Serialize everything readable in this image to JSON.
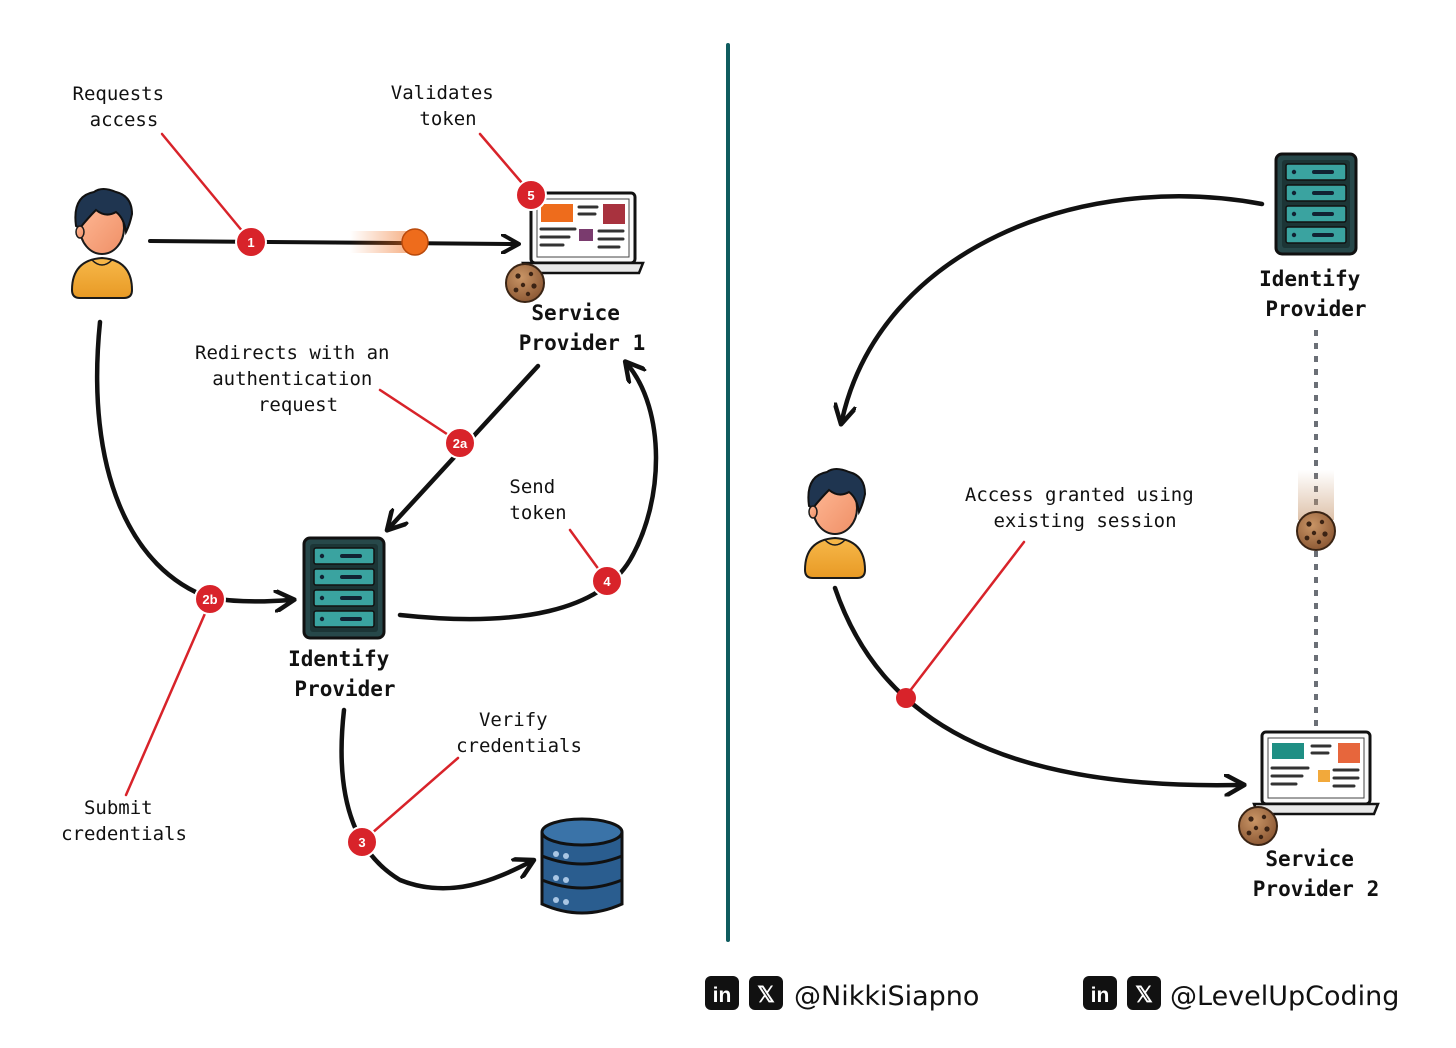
{
  "left": {
    "notes": {
      "requests_access": [
        "Requests",
        "access"
      ],
      "validates_token": [
        "Validates",
        "token"
      ],
      "redirects": [
        "Redirects with an",
        "authentication",
        "request"
      ],
      "send_token": [
        "Send",
        "token"
      ],
      "submit_credentials": [
        "Submit",
        "credentials"
      ],
      "verify_credentials": [
        "Verify",
        "credentials"
      ]
    },
    "labels": {
      "service_provider_1": [
        "Service",
        "Provider 1"
      ],
      "identity_provider": [
        "Identify",
        "Provider"
      ]
    },
    "steps": [
      "1",
      "2a",
      "2b",
      "3",
      "4",
      "5"
    ]
  },
  "right": {
    "notes": {
      "access_granted": [
        "Access granted using",
        "existing session"
      ]
    },
    "labels": {
      "identity_provider": [
        "Identify",
        "Provider"
      ],
      "service_provider_2": [
        "Service",
        "Provider 2"
      ]
    }
  },
  "footer": {
    "handle_1": "@NikkiSiapno",
    "handle_2": "@LevelUpCoding",
    "linkedin_glyph": "in",
    "x_glyph": "𝕏"
  },
  "colors": {
    "divider": "#0f5c5f",
    "accent_red": "#d8232a",
    "arrow": "#111111",
    "server_teal": "#2f8f8f",
    "database_blue": "#2a5d8f",
    "person_shirt": "#f2a93b",
    "person_skin": "#f7a37d",
    "hair": "#1f3550",
    "cookie": "#a8734b",
    "token_dot": "#ee6c1c"
  },
  "icons": [
    "person-icon",
    "laptop-icon",
    "server-icon",
    "database-icon",
    "cookie-icon",
    "linkedin-icon",
    "x-icon"
  ]
}
